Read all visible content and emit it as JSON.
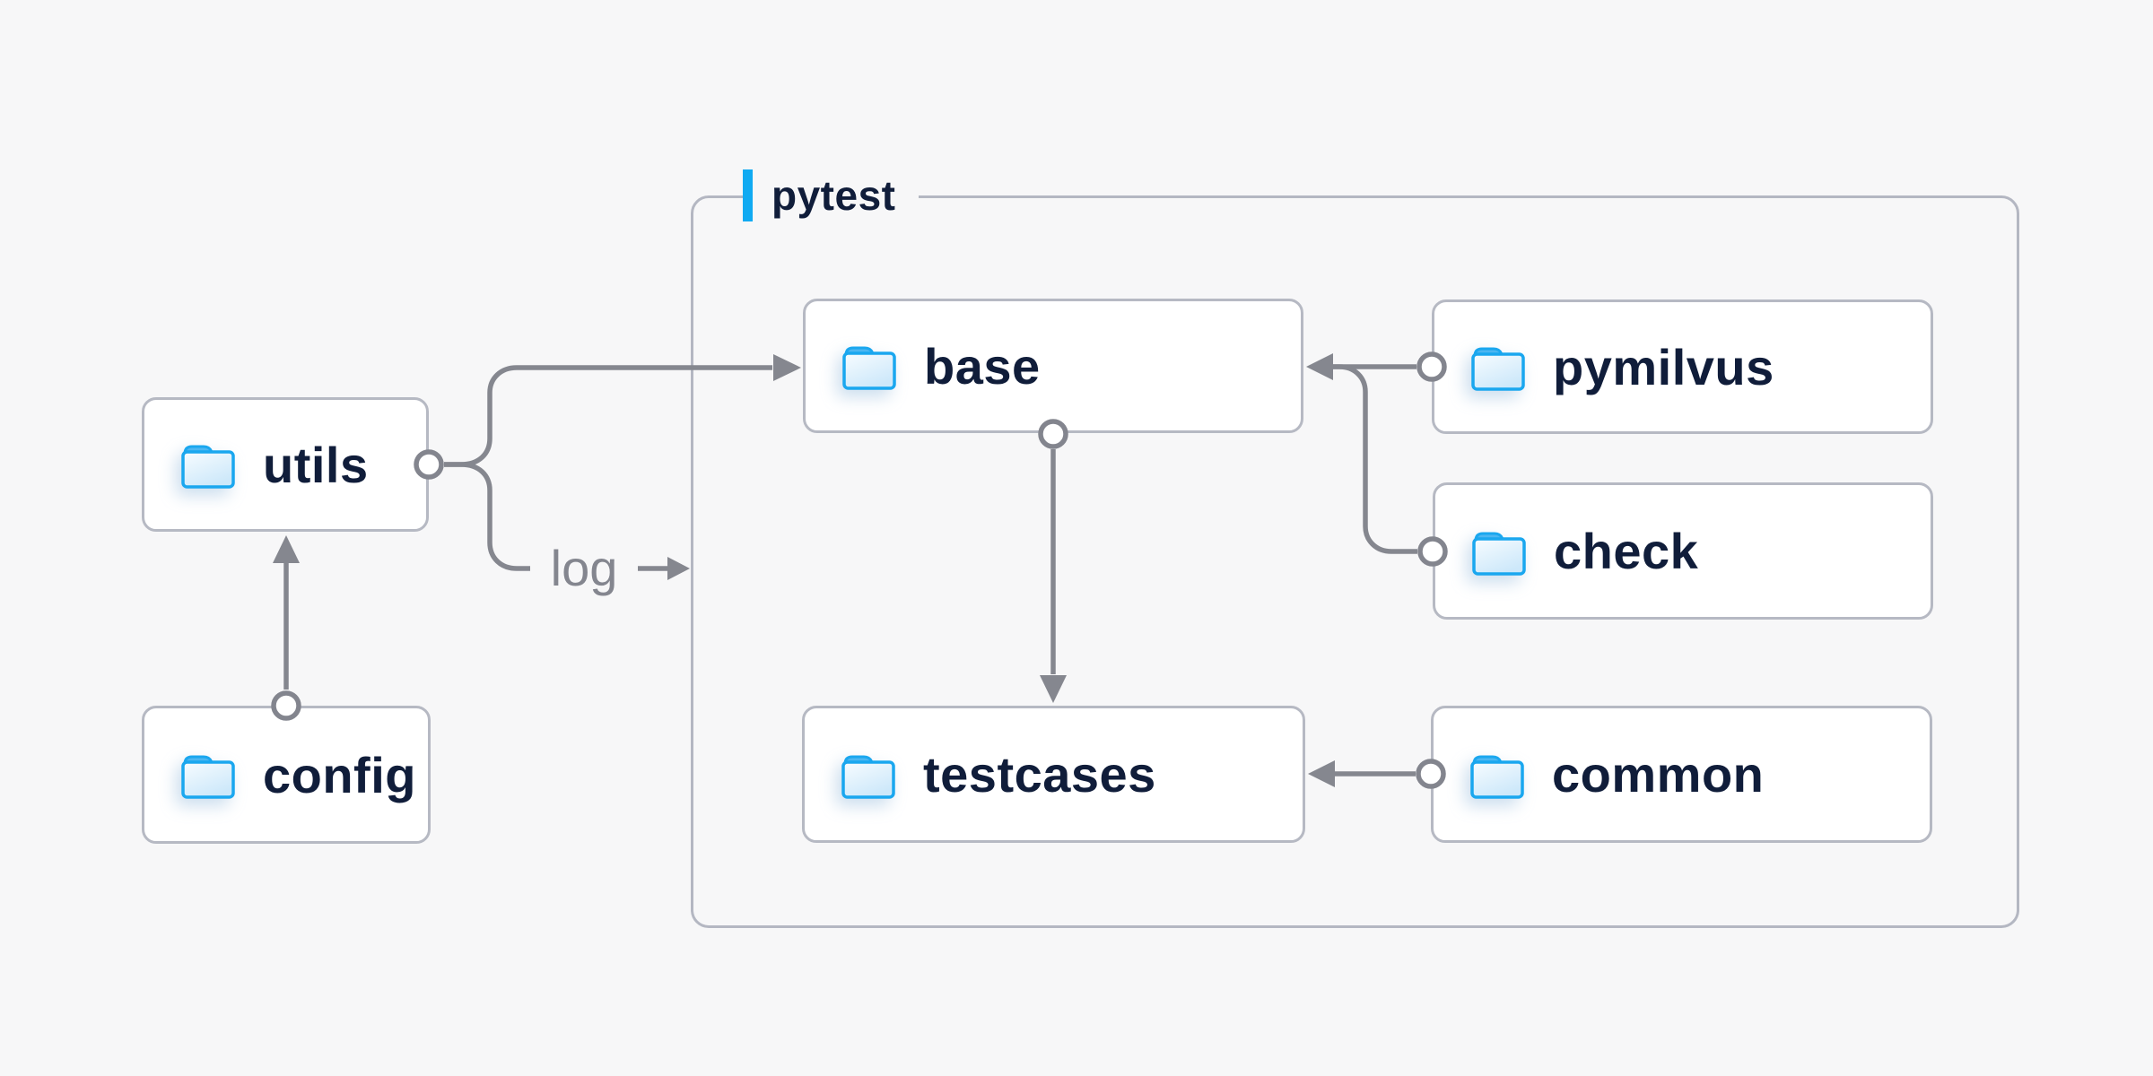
{
  "page": {
    "background": "#f7f7f8"
  },
  "colors": {
    "accent_blue": "#10aaf2",
    "folder_blue": "#1aa7ef",
    "folder_tab_fill": "#4cb6f1",
    "box_fill": "#ffffff",
    "box_border": "#b6b9c3",
    "connector_gray": "#85878f",
    "label_navy": "#101d3a"
  },
  "diagram": {
    "container": {
      "label": "pytest",
      "accent_icon": "accent-bar-icon"
    },
    "nodes": [
      {
        "id": "utils",
        "label": "utils",
        "icon": "folder-icon"
      },
      {
        "id": "config",
        "label": "config",
        "icon": "folder-icon"
      },
      {
        "id": "base",
        "label": "base",
        "icon": "folder-icon"
      },
      {
        "id": "pymilvus",
        "label": "pymilvus",
        "icon": "folder-icon"
      },
      {
        "id": "check",
        "label": "check",
        "icon": "folder-icon"
      },
      {
        "id": "testcases",
        "label": "testcases",
        "icon": "folder-icon"
      },
      {
        "id": "common",
        "label": "common",
        "icon": "folder-icon"
      }
    ],
    "edges": [
      {
        "from": "config",
        "to": "utils",
        "label": ""
      },
      {
        "from": "utils",
        "to": "base",
        "label": ""
      },
      {
        "from": "utils",
        "to": "pytest",
        "label": "log"
      },
      {
        "from": "pymilvus",
        "to": "base",
        "label": ""
      },
      {
        "from": "check",
        "to": "base",
        "label": ""
      },
      {
        "from": "base",
        "to": "testcases",
        "label": ""
      },
      {
        "from": "common",
        "to": "testcases",
        "label": ""
      }
    ]
  }
}
